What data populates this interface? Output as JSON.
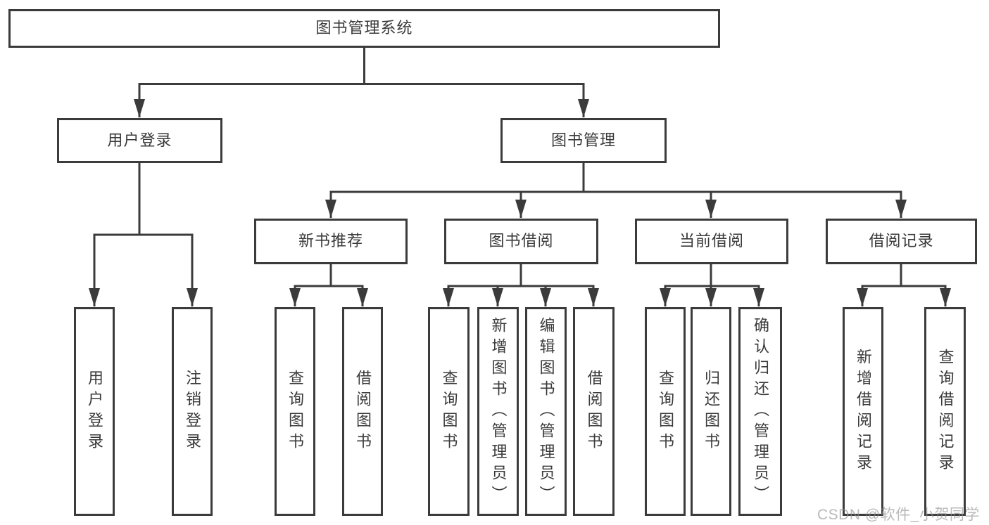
{
  "tree": {
    "root": {
      "label": "图书管理系统",
      "children": [
        {
          "label": "用户登录",
          "children": [
            {
              "label": "用户登录"
            },
            {
              "label": "注销登录"
            }
          ]
        },
        {
          "label": "图书管理",
          "children": [
            {
              "label": "新书推荐",
              "children": [
                {
                  "label": "查询图书"
                },
                {
                  "label": "借阅图书"
                }
              ]
            },
            {
              "label": "图书借阅",
              "children": [
                {
                  "label": "查询图书"
                },
                {
                  "label": "新增图书（管理员）"
                },
                {
                  "label": "编辑图书（管理员）"
                },
                {
                  "label": "借阅图书"
                }
              ]
            },
            {
              "label": "当前借阅",
              "children": [
                {
                  "label": "查询图书"
                },
                {
                  "label": "归还图书"
                },
                {
                  "label": "确认归还（管理员）"
                }
              ]
            },
            {
              "label": "借阅记录",
              "children": [
                {
                  "label": "新增借阅记录"
                },
                {
                  "label": "查询借阅记录"
                }
              ]
            }
          ]
        }
      ]
    }
  },
  "watermark": {
    "text": "CSDN @软件_小贺同学"
  },
  "colors": {
    "line": "#3b3b3b",
    "text": "#3a3a3a",
    "watermark": "#b2b2b2",
    "background": "#ffffff"
  }
}
